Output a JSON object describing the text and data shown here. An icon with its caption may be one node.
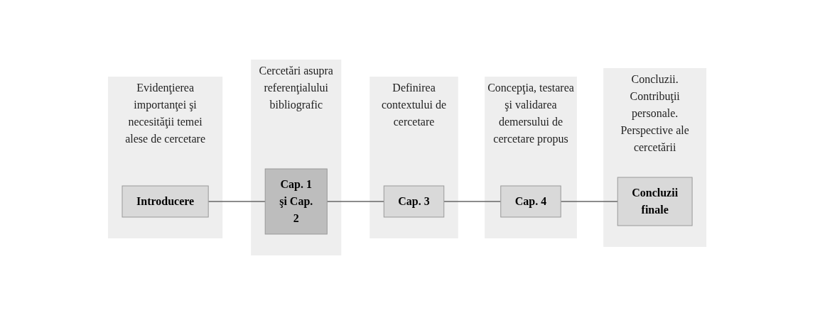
{
  "diagram": {
    "nodes": [
      {
        "text": [
          "Evidenţierea importanţei şi necesităţii temei alese de cercetare"
        ]
      },
      {
        "text": [
          "Introducere"
        ],
        "in": 0
      },
      {
        "text": [
          "Cercetări asupra referenţialului bibliografic"
        ]
      },
      {
        "text": [
          "Cap. 1 şi Cap. 2"
        ],
        "in": 2
      },
      {
        "text": [
          "Definirea contextului de cercetare"
        ]
      },
      {
        "text": [
          "Cap. 3"
        ],
        "in": 4
      },
      {
        "text": [
          "Concepţia, testarea şi validarea demersului de cercetare propus"
        ]
      },
      {
        "text": [
          "Cap. 4"
        ],
        "in": 6
      },
      {
        "text": [
          "Concluzii. Contribuţii personale. Perspective ale cercetării"
        ]
      },
      {
        "text": [
          "Concluzii finale"
        ],
        "in": 8
      }
    ],
    "edges": [
      {
        "from": 1,
        "to": 3,
        "arrow": "none"
      },
      {
        "from": 3,
        "to": 5,
        "arrow": "none"
      },
      {
        "from": 5,
        "to": 7,
        "arrow": "none"
      },
      {
        "from": 7,
        "to": 9,
        "arrow": "none"
      }
    ]
  }
}
